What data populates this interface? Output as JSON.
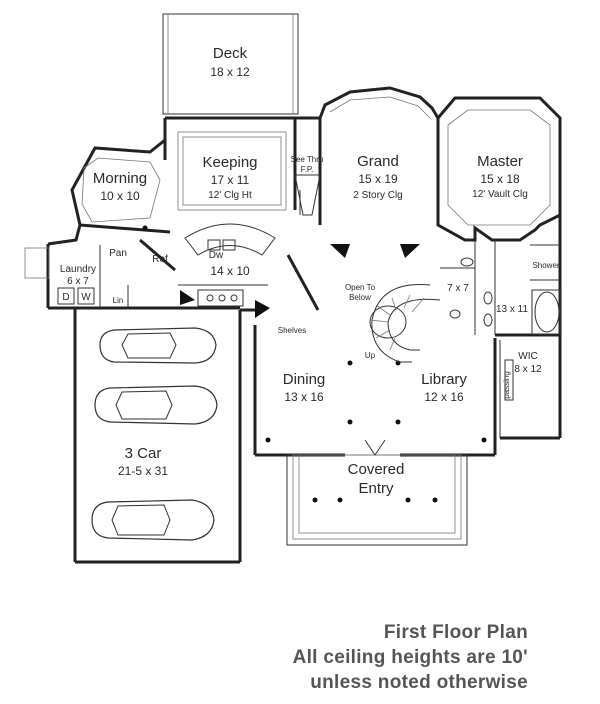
{
  "rooms": {
    "deck": {
      "name": "Deck",
      "size": "18 x 12"
    },
    "keeping": {
      "name": "Keeping",
      "size": "17 x 11",
      "note": "12' Clg Ht"
    },
    "grand": {
      "name": "Grand",
      "size": "15 x 19",
      "note": "2 Story Clg"
    },
    "master": {
      "name": "Master",
      "size": "15 x 18",
      "note": "12' Vault Clg"
    },
    "morning": {
      "name": "Morning",
      "size": "10 x 10"
    },
    "kitchen": {
      "size": "14 x 10"
    },
    "dining": {
      "name": "Dining",
      "size": "13 x 16"
    },
    "library": {
      "name": "Library",
      "size": "12 x 16"
    },
    "garage": {
      "name": "3 Car",
      "size": "21-5 x 31"
    },
    "covered_entry": {
      "line1": "Covered",
      "line2": "Entry"
    },
    "wic": {
      "name": "WIC",
      "size": "8 x 12"
    },
    "laundry": {
      "name": "Laundry",
      "size": "6 x 7"
    }
  },
  "labels": {
    "see_thru_1": "See Thru",
    "see_thru_2": "F.P.",
    "pan": "Pan",
    "ref": "Ref",
    "dw": "Dw",
    "open_to_1": "Open To",
    "open_to_2": "Below",
    "up": "Up",
    "shelves": "Shelves",
    "closet_7x7": "7 x 7",
    "bath_13x11": "13 x 11",
    "shower": "Shower",
    "lin": "Lin",
    "w": "W",
    "d": "D",
    "passing": "passing"
  },
  "caption": {
    "line1": "First Floor Plan",
    "line2": "All ceiling heights are 10'",
    "line3": "unless noted otherwise"
  }
}
